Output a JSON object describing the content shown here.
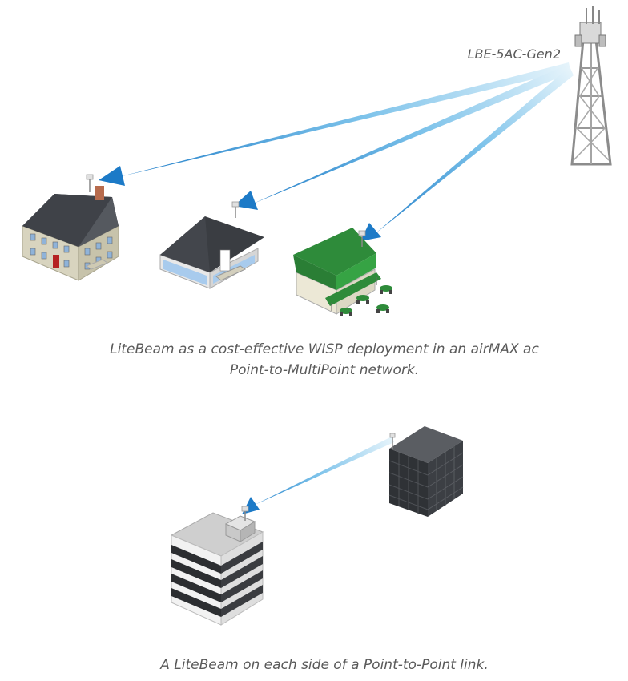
{
  "tower": {
    "label": "LBE-5AC-Gen2"
  },
  "captions": {
    "ptmp_line1": "LiteBeam as a cost-effective WISP deployment in an airMAX ac",
    "ptmp_line2": "Point-to-MultiPoint network.",
    "ptp": "A LiteBeam on each side of a Point-to-Point link."
  },
  "colors": {
    "beam_dark": "#1f7fc9",
    "beam_light": "#d6edf9",
    "roof_green": "#2e8b3a",
    "roof_dark": "#3a3d42",
    "house_wall": "#d8d4bf",
    "door_red": "#b52222"
  }
}
